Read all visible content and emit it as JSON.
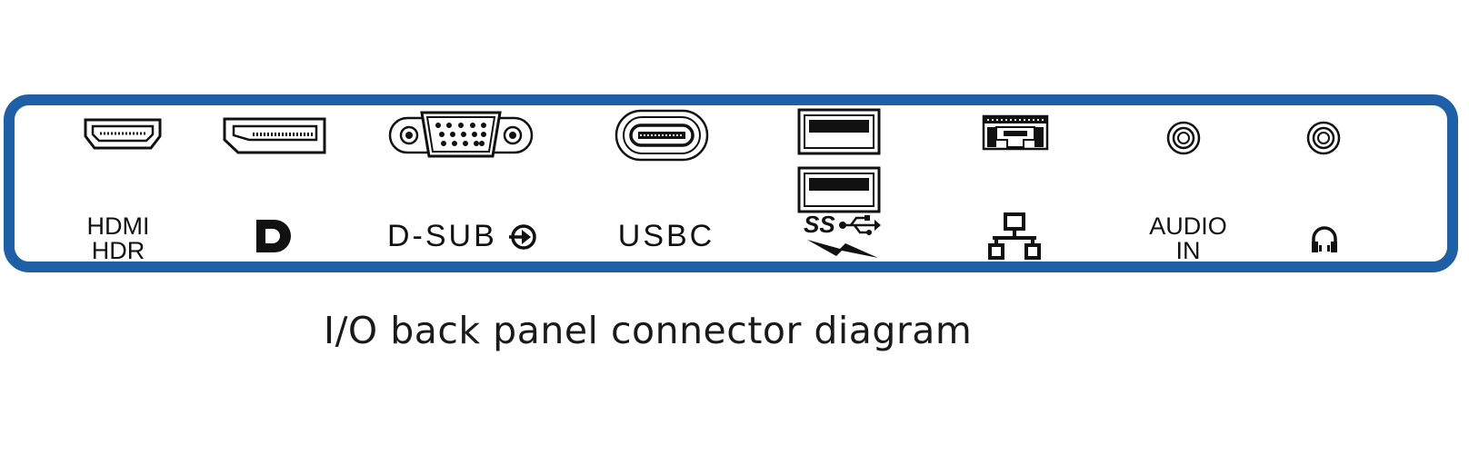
{
  "panel": {
    "border_color": "#1e5fa5",
    "connectors": [
      {
        "id": "hdmi",
        "icon": "hdmi-port-icon",
        "label_lines": [
          "HDMI",
          "HDR"
        ]
      },
      {
        "id": "displayport",
        "icon": "displayport-port-icon",
        "label_icon": "displayport-logo-icon"
      },
      {
        "id": "dsub",
        "icon": "vga-port-icon",
        "label": "D-SUB",
        "label_icon": "analog-input-icon"
      },
      {
        "id": "usbc",
        "icon": "usb-c-port-icon",
        "label": "USBC"
      },
      {
        "id": "usb-a",
        "icon": "usb-a-port-icon",
        "label_text": "SS",
        "label_icon": "usb-trident-icon",
        "sub_icon": "charging-bolt-icon",
        "count": 2
      },
      {
        "id": "ethernet",
        "icon": "rj45-port-icon",
        "label_icon": "network-icon"
      },
      {
        "id": "audio-in",
        "icon": "audio-jack-icon",
        "label_lines": [
          "AUDIO",
          "IN"
        ]
      },
      {
        "id": "headphone",
        "icon": "audio-jack-icon",
        "label_icon": "headphone-icon"
      }
    ]
  },
  "caption": "I/O back panel connector diagram"
}
